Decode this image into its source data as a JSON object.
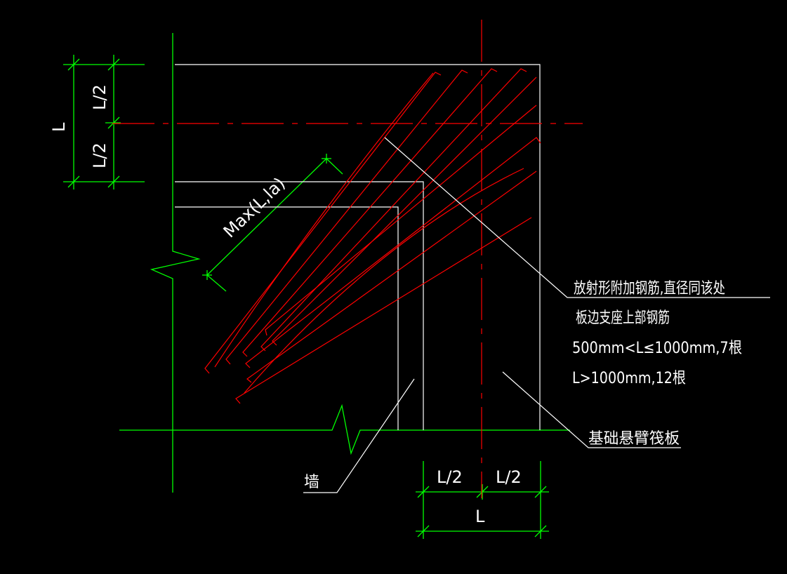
{
  "colors": {
    "background": "#000000",
    "dimension": "#00ff00",
    "outline": "#ffffff",
    "rebar": "#ff0000",
    "centerline": "#ff0000",
    "text": "#ffffff"
  },
  "annotations": {
    "rebar_note_line1": "放射形附加钢筋,直径同该处",
    "rebar_note_line2": "板边支座上部钢筋",
    "rebar_note_line3": "500mm<L≤1000mm,7根",
    "rebar_note_line4": "L>1000mm,12根",
    "raft_label": "基础悬臂筏板",
    "wall_label": "墙"
  },
  "dimensions": {
    "left_total": "L",
    "left_upper_half": "L/2",
    "left_lower_half": "L/2",
    "bottom_left_half": "L/2",
    "bottom_right_half": "L/2",
    "bottom_total": "L",
    "anchor_length": "Max(L,la)"
  }
}
